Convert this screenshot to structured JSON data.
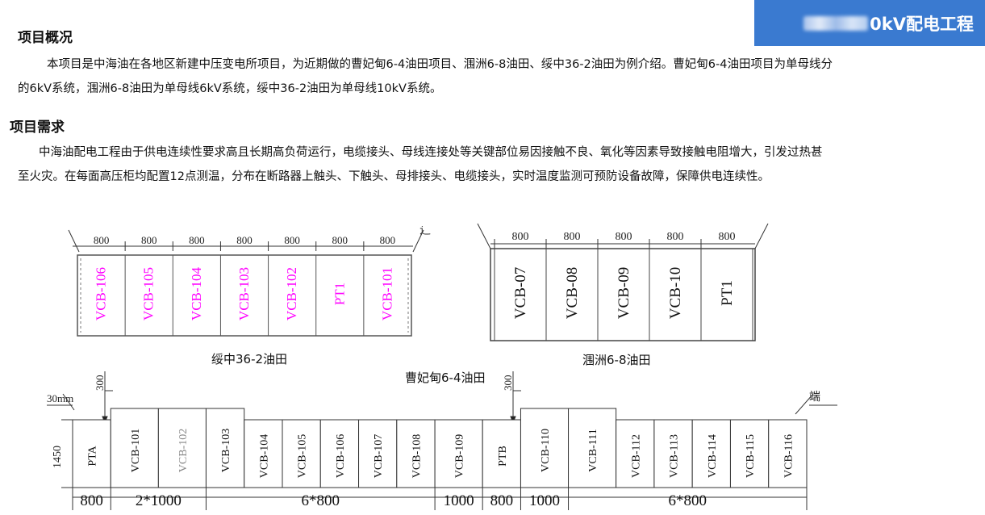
{
  "banner": {
    "title_visible": "0kV配电工程"
  },
  "overview": {
    "heading": "项目概况",
    "line1": "本项目是中海油在各地区新建中压变电所项目，为近期做的曹妃甸6-4油田项目、涠洲6-8油田、绥中36-2油田为例介绍。曹妃甸6-4油田项目为单母线分",
    "line2": "的6kV系统，涠洲6-8油田为单母线6kV系统，绥中36-2油田为单母线10kV系统。"
  },
  "requirements": {
    "heading": "项目需求",
    "line1": "中海油配电工程由于供电连续性要求高且长期高负荷运行，电缆接头、母线连接处等关键部位易因接触不良、氧化等因素导致接触电阻增大，引发过热甚",
    "line2": "至火灾。在每面高压柜均配置12点测温，分布在断路器上触头、下触头、母排接头、电缆接头，实时温度监测可预防设备故障，保障供电连续性。"
  },
  "diagram_suizhong": {
    "caption": "绥中36-2油田",
    "widths": [
      "800",
      "800",
      "800",
      "800",
      "800",
      "800",
      "800"
    ],
    "cabinets": [
      "VCB-106",
      "VCB-105",
      "VCB-104",
      "VCB-103",
      "VCB-102",
      "PT1",
      "VCB-101"
    ],
    "label_color": "#ff00ff",
    "corner_glyph": "辶"
  },
  "diagram_weizhou": {
    "caption": "涠洲6-8油田",
    "widths": [
      "800",
      "800",
      "800",
      "800",
      "800"
    ],
    "cabinets": [
      "VCB-07",
      "VCB-08",
      "VCB-09",
      "VCB-10",
      "PT1"
    ]
  },
  "diagram_caofeidian": {
    "caption": "曹妃甸6-4油田",
    "left_note": "30mm",
    "right_note": "端",
    "height_label": "1450",
    "offset_label_1": "300",
    "offset_label_2": "300",
    "cabinets": [
      "PTA",
      "VCB-101",
      "VCB-102",
      "VCB-103",
      "VCB-104",
      "VCB-105",
      "VCB-106",
      "VCB-107",
      "VCB-108",
      "VCB-109",
      "PTB",
      "VCB-110",
      "VCB-111",
      "VCB-112",
      "VCB-113",
      "VCB-114",
      "VCB-115",
      "VCB-116"
    ],
    "dims": [
      "800",
      "2*1000",
      "6*800",
      "1000",
      "800",
      "1000",
      "6*800"
    ]
  }
}
